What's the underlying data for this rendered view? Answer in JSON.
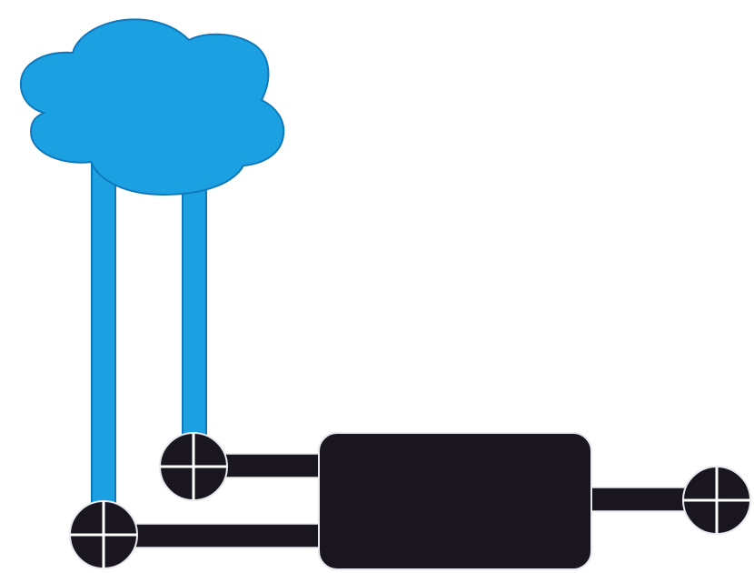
{
  "diagram": {
    "colors": {
      "background": "#ffffff",
      "cloud_fill": "#1ba1e2",
      "cloud_stroke": "#0f78bd",
      "device_fill": "#19161f",
      "outline": "#e8e8ee"
    },
    "nodes": [
      {
        "id": "cloud",
        "icon": "cloud-icon"
      },
      {
        "id": "device",
        "icon": "device-box"
      },
      {
        "id": "port-left-upper",
        "icon": "crosshair-port-icon"
      },
      {
        "id": "port-left-lower",
        "icon": "crosshair-port-icon"
      },
      {
        "id": "port-right",
        "icon": "crosshair-port-icon"
      }
    ],
    "edges": [
      {
        "from": "cloud",
        "to": "port-left-lower",
        "style": "blue-pipe"
      },
      {
        "from": "cloud",
        "to": "port-left-upper",
        "style": "blue-pipe"
      },
      {
        "from": "port-left-upper",
        "to": "device",
        "style": "dark-bar"
      },
      {
        "from": "port-left-lower",
        "to": "device",
        "style": "dark-bar"
      },
      {
        "from": "device",
        "to": "port-right",
        "style": "dark-bar"
      }
    ]
  }
}
